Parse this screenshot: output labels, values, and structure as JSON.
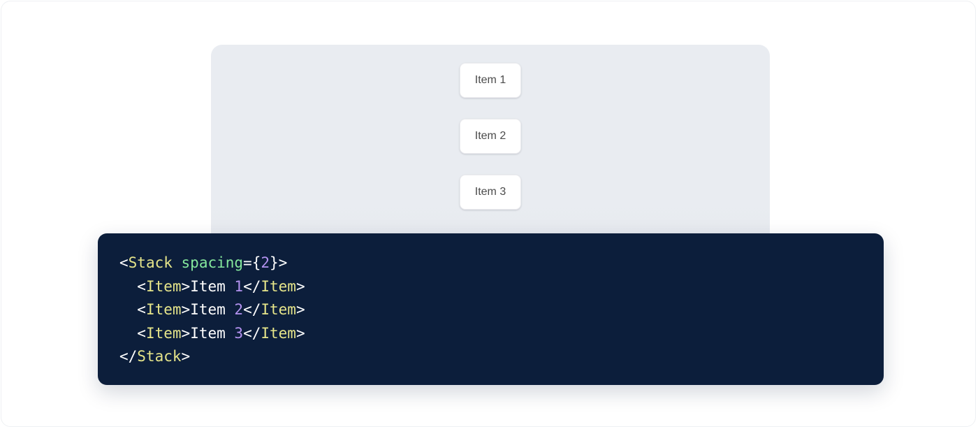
{
  "preview": {
    "panel_background": "#e9ecf1",
    "stack": {
      "direction": "vertical",
      "spacing": 2,
      "items": [
        {
          "label": "Item 1"
        },
        {
          "label": "Item 2"
        },
        {
          "label": "Item 3"
        }
      ]
    }
  },
  "code_block": {
    "background": "#0c1e3b",
    "language": "jsx",
    "colors": {
      "tag": "#e6e58a",
      "attribute": "#85e89d",
      "number": "#b392f0",
      "punctuation": "#ffffff",
      "text": "#ffffff"
    },
    "lines": [
      {
        "indent": "",
        "tokens": [
          {
            "t": "<",
            "k": "punct"
          },
          {
            "t": "Stack",
            "k": "tag"
          },
          {
            "t": " ",
            "k": "punct"
          },
          {
            "t": "spacing",
            "k": "attr"
          },
          {
            "t": "={",
            "k": "punct"
          },
          {
            "t": "2",
            "k": "num"
          },
          {
            "t": "}>",
            "k": "punct"
          }
        ]
      },
      {
        "indent": "  ",
        "tokens": [
          {
            "t": "<",
            "k": "punct"
          },
          {
            "t": "Item",
            "k": "tag"
          },
          {
            "t": ">",
            "k": "punct"
          },
          {
            "t": "Item ",
            "k": "text"
          },
          {
            "t": "1",
            "k": "num"
          },
          {
            "t": "</",
            "k": "punct"
          },
          {
            "t": "Item",
            "k": "tag"
          },
          {
            "t": ">",
            "k": "punct"
          }
        ]
      },
      {
        "indent": "  ",
        "tokens": [
          {
            "t": "<",
            "k": "punct"
          },
          {
            "t": "Item",
            "k": "tag"
          },
          {
            "t": ">",
            "k": "punct"
          },
          {
            "t": "Item ",
            "k": "text"
          },
          {
            "t": "2",
            "k": "num"
          },
          {
            "t": "</",
            "k": "punct"
          },
          {
            "t": "Item",
            "k": "tag"
          },
          {
            "t": ">",
            "k": "punct"
          }
        ]
      },
      {
        "indent": "  ",
        "tokens": [
          {
            "t": "<",
            "k": "punct"
          },
          {
            "t": "Item",
            "k": "tag"
          },
          {
            "t": ">",
            "k": "punct"
          },
          {
            "t": "Item ",
            "k": "text"
          },
          {
            "t": "3",
            "k": "num"
          },
          {
            "t": "</",
            "k": "punct"
          },
          {
            "t": "Item",
            "k": "tag"
          },
          {
            "t": ">",
            "k": "punct"
          }
        ]
      },
      {
        "indent": "",
        "tokens": [
          {
            "t": "</",
            "k": "punct"
          },
          {
            "t": "Stack",
            "k": "tag"
          },
          {
            "t": ">",
            "k": "punct"
          }
        ]
      }
    ]
  }
}
